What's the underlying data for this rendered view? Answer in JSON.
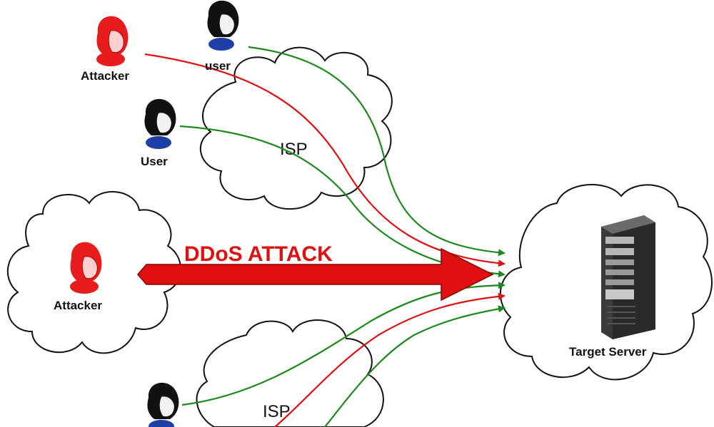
{
  "nodes": {
    "attacker_top": "Attacker",
    "user_top": "user",
    "user_mid": "User",
    "attacker_left": "Attacker",
    "target": "Target Server"
  },
  "isp": {
    "upper": "ISP",
    "lower": "ISP"
  },
  "attack_label": "DDoS ATTACK",
  "colors": {
    "attacker": "#e81c1c",
    "user_hair": "#111111",
    "legit_traffic": "#1a8a1a",
    "attack_traffic": "#e01010",
    "shirt": "#1f3fa8"
  }
}
